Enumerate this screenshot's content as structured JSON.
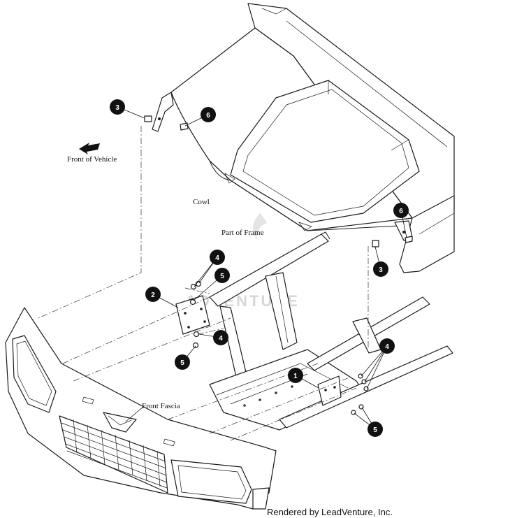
{
  "labels": {
    "front_of_vehicle": "Front of Vehicle",
    "cowl": "Cowl",
    "part_of_frame": "Part of Frame",
    "front_fascia": "Front Fascia"
  },
  "callouts": [
    "3",
    "6",
    "6",
    "3",
    "4",
    "5",
    "2",
    "4",
    "5",
    "1",
    "4",
    "5"
  ],
  "watermark": "ADVENTURE",
  "credit": "Rendered by LeadVenture, Inc."
}
